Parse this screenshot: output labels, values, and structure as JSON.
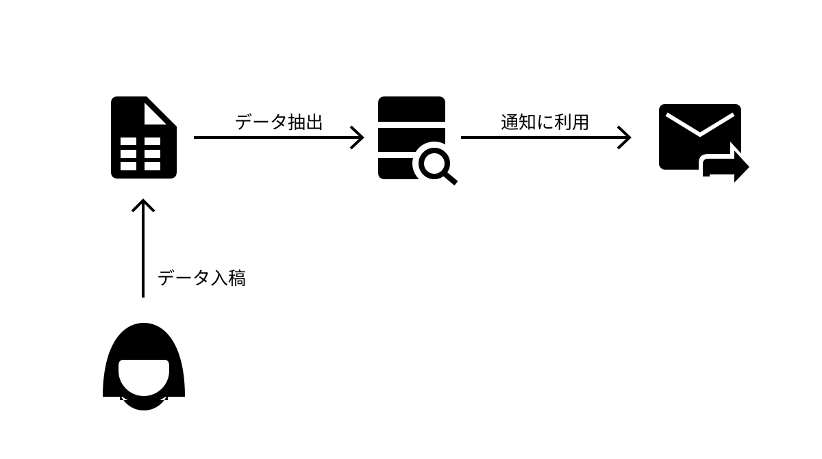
{
  "edges": {
    "extract_label": "データ抽出",
    "notify_label": "通知に利用",
    "input_label": "データ入稿"
  },
  "colors": {
    "ink": "#000000",
    "background": "#ffffff"
  }
}
